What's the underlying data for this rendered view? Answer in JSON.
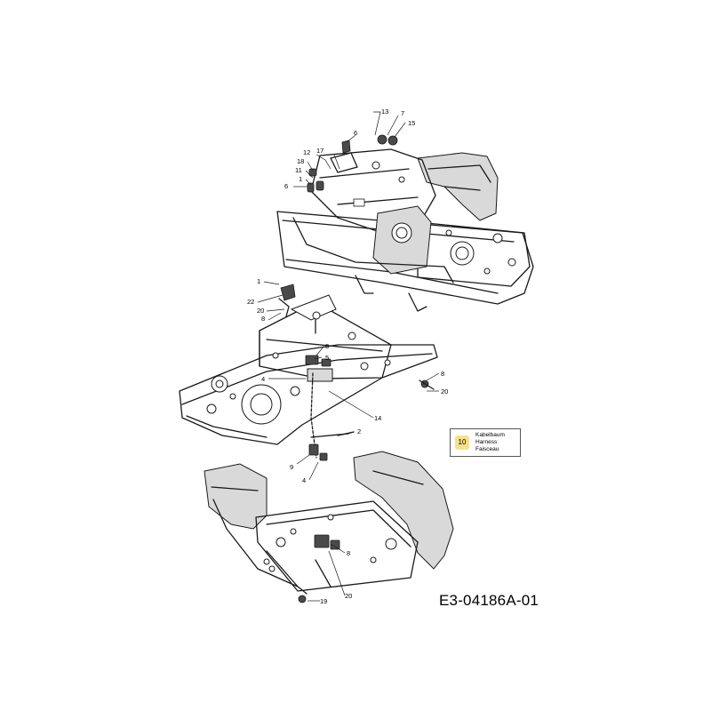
{
  "drawing_code": "E3-04186A-01",
  "legend": {
    "number": "10",
    "lines": [
      "Kabelbaum",
      "Harness",
      "Faisceau"
    ]
  },
  "callouts": {
    "c13": "13",
    "c7": "7",
    "c15": "15",
    "c6a": "6",
    "c12": "12",
    "c17": "17",
    "c18": "18",
    "c11": "11",
    "c1a": "1",
    "c6b": "6",
    "c1b": "1",
    "c22": "22",
    "c20a": "20",
    "c8a": "8",
    "c3": "3",
    "c5": "5",
    "c4a": "4",
    "c8b": "8",
    "c20b": "20",
    "c14": "14",
    "c2": "2",
    "c9": "9",
    "c4b": "4",
    "c8c": "8",
    "c20c": "20",
    "c19": "19"
  }
}
